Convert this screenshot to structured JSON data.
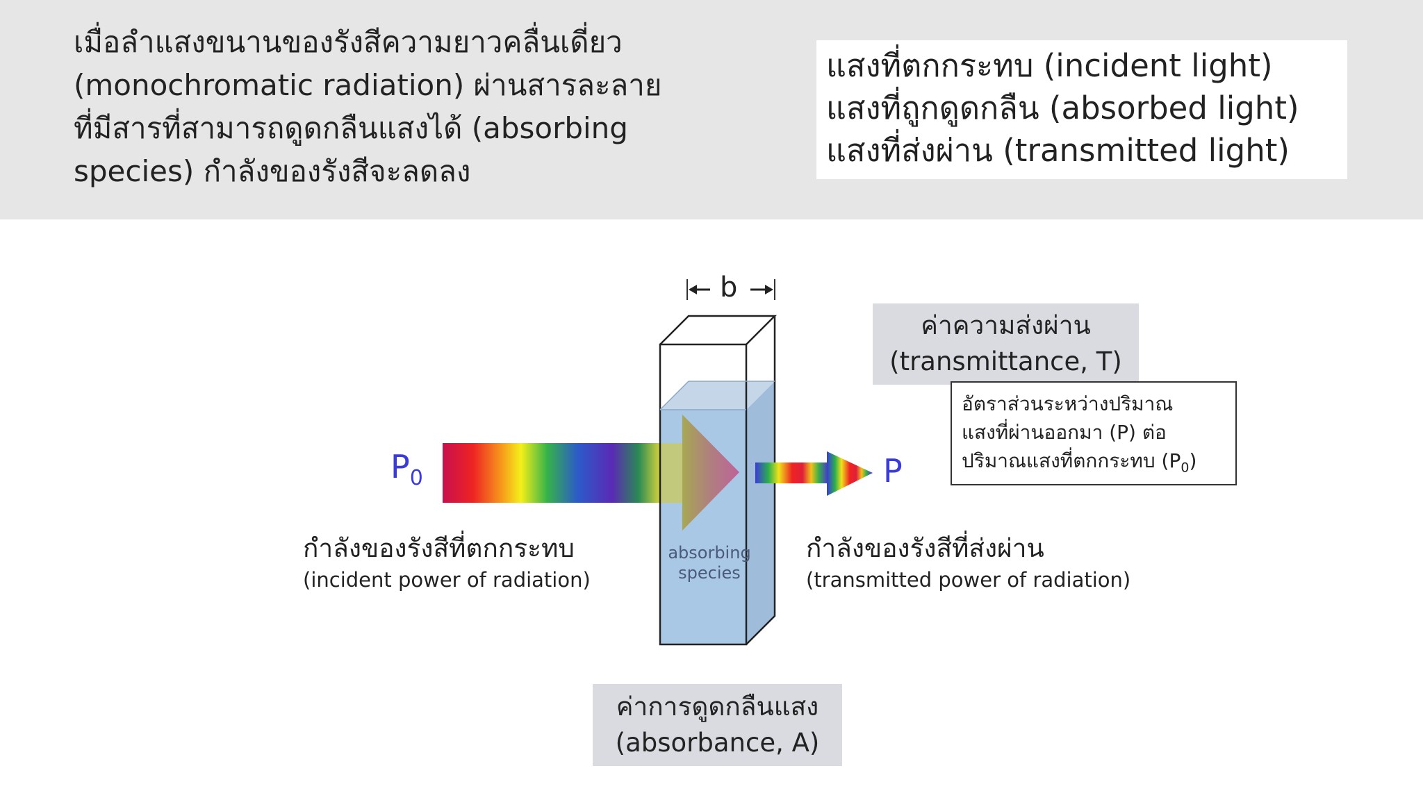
{
  "header": {
    "intro_lines": [
      "เมื่อลำแสงขนานของรังสีความยาวคลื่นเดี่ยว",
      "(monochromatic radiation) ผ่านสารละลาย",
      "ที่มีสารที่สามารถดูดกลืนแสงได้ (absorbing",
      "species) กำลังของรังสีจะลดลง"
    ],
    "terms": [
      "แสงที่ตกกระทบ (incident light)",
      "แสงที่ถูกดูดกลืน (absorbed light)",
      "แสงที่ส่งผ่าน (transmitted light)"
    ]
  },
  "diagram": {
    "path_length_label": "b",
    "incident_symbol": "P",
    "incident_subscript": "0",
    "transmitted_symbol": "P",
    "species_label": [
      "absorbing",
      "species"
    ],
    "incident_label": {
      "th": "กำลังของรังสีที่ตกกระทบ",
      "en": "(incident power of radiation)"
    },
    "transmitted_label": {
      "th": "กำลังของรังสีที่ส่งผ่าน",
      "en": "(transmitted power of radiation)"
    },
    "transmittance_label": [
      "ค่าความส่งผ่าน",
      "(transmittance, T)"
    ],
    "transmittance_definition": {
      "line1": "อัตราส่วนระหว่างปริมาณ",
      "line2": "แสงที่ผ่านออกมา (P) ต่อ",
      "line3_prefix": "ปริมาณแสงที่ตกกระทบ (P",
      "line3_subscript": "0",
      "line3_suffix": ")"
    },
    "absorbance_label": [
      "ค่าการดูดกลืนแสง",
      "(absorbance, A)"
    ]
  },
  "colors": {
    "header_background": "#e6e6e6",
    "power_symbol": "#3b3bd9",
    "label_background": "#d9dbe1",
    "solution_fill": "#a9c8e6",
    "solution_top": "#c4d6e8"
  }
}
